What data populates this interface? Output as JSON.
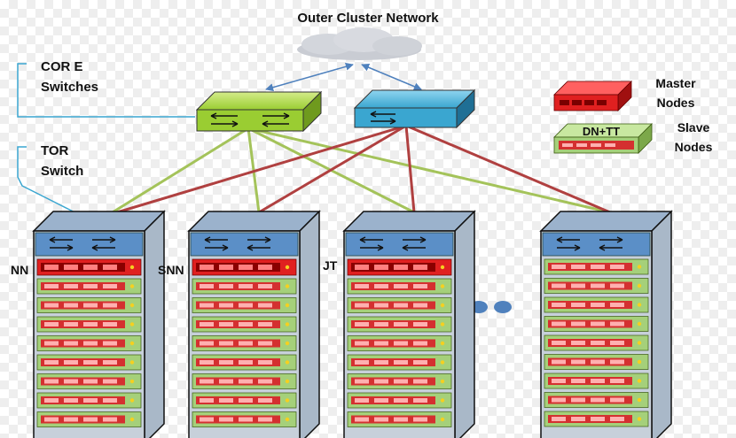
{
  "title": "Outer Cluster Network",
  "core_label": [
    "COR E",
    "Switches"
  ],
  "tor_label": [
    "TOR",
    "Switch"
  ],
  "legend": {
    "master": [
      "Master",
      "Nodes"
    ],
    "slave_badge": "DN+TT",
    "slave": [
      "Slave",
      "Nodes"
    ]
  },
  "racks": [
    {
      "label": "NN",
      "master_rows": 1
    },
    {
      "label": "SNN",
      "master_rows": 1
    },
    {
      "label": "JT",
      "master_rows": 1
    },
    {
      "label": "",
      "master_rows": 0
    }
  ],
  "colors": {
    "core_switch_green": "#9acd32",
    "core_switch_blue": "#3aa6d0",
    "master_red": "#e02020",
    "slave_green": "#a5d07a",
    "link_green": "#a4c35a",
    "link_red": "#b04040",
    "link_blue": "#4f81bd"
  }
}
